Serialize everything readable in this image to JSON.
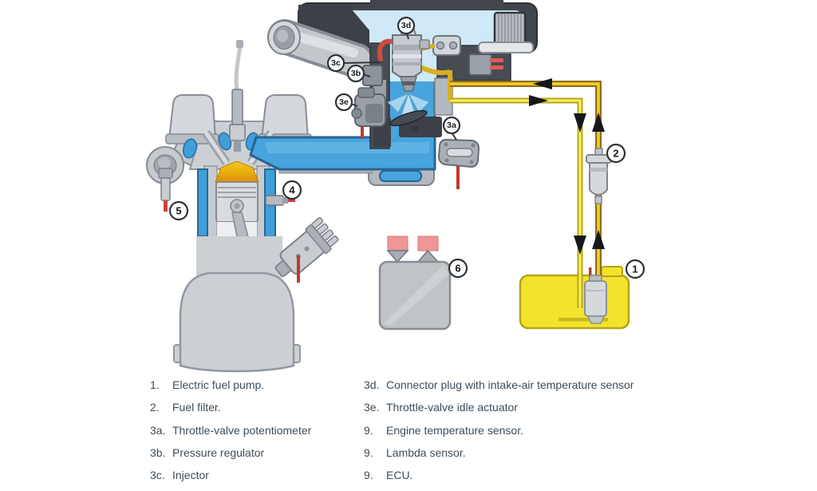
{
  "callouts": {
    "c1": "1",
    "c2": "2",
    "c3a": "3a",
    "c3b": "3b",
    "c3c": "3c",
    "c3d": "3d",
    "c3e": "3e",
    "c4": "4",
    "c5": "5",
    "c6": "6"
  },
  "legend": {
    "left": [
      {
        "num": "1.",
        "text": "Electric fuel pump."
      },
      {
        "num": "2.",
        "text": "Fuel filter."
      },
      {
        "num": "3a.",
        "text": "Throttle-valve potentiometer"
      },
      {
        "num": "3b.",
        "text": "Pressure regulator"
      },
      {
        "num": "3c.",
        "text": "Injector"
      }
    ],
    "right": [
      {
        "num": "3d.",
        "text": "Connector plug with intake-air temperature sensor"
      },
      {
        "num": "3e.",
        "text": "Throttle-valve idle actuator"
      },
      {
        "num": "9.",
        "text": "Engine temperature sensor."
      },
      {
        "num": "9.",
        "text": "Lambda sensor."
      },
      {
        "num": "9.",
        "text": "ECU."
      }
    ]
  },
  "colors": {
    "tank_yellow": "#f4e32c",
    "fuel_supply_line": "#8f6d1a",
    "fuel_return_line": "#b5a51e",
    "manifold_blue": "#47a4dd",
    "air_interior_blue": "#cfe9f6",
    "housing_dark": "#41464d",
    "accent_red": "#bf3a30",
    "connector_pink": "#f09595",
    "legend_text": "#3d4c5a"
  }
}
